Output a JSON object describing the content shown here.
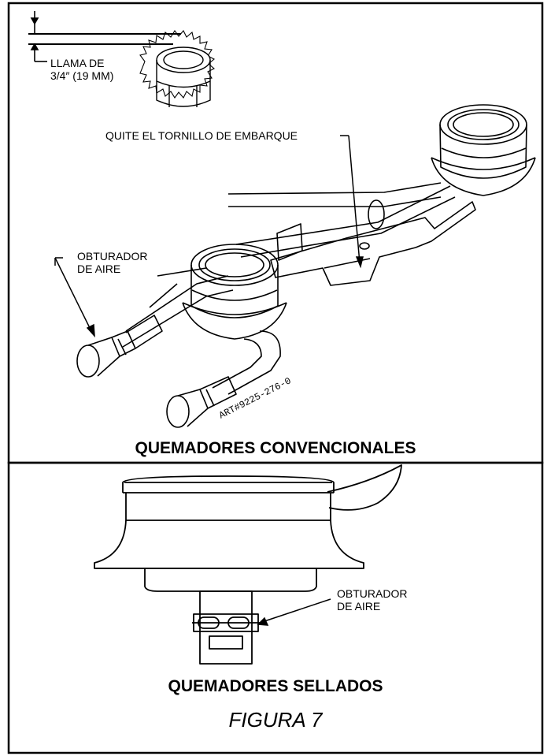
{
  "top_panel": {
    "flame_label_line1": "LLAMA DE",
    "flame_label_line2": "3/4″ (19 MM)",
    "screw_label": "QUITE EL TORNILLO DE EMBARQUE",
    "air_shutter_line1": "OBTURADOR",
    "air_shutter_line2": "DE AIRE",
    "art_number": "ART#9225-276-0",
    "caption": "QUEMADORES CONVENCIONALES"
  },
  "bottom_panel": {
    "air_shutter_line1": "OBTURADOR",
    "air_shutter_line2": "DE AIRE",
    "caption": "QUEMADORES SELLADOS"
  },
  "figure_label": "FIGURA 7"
}
